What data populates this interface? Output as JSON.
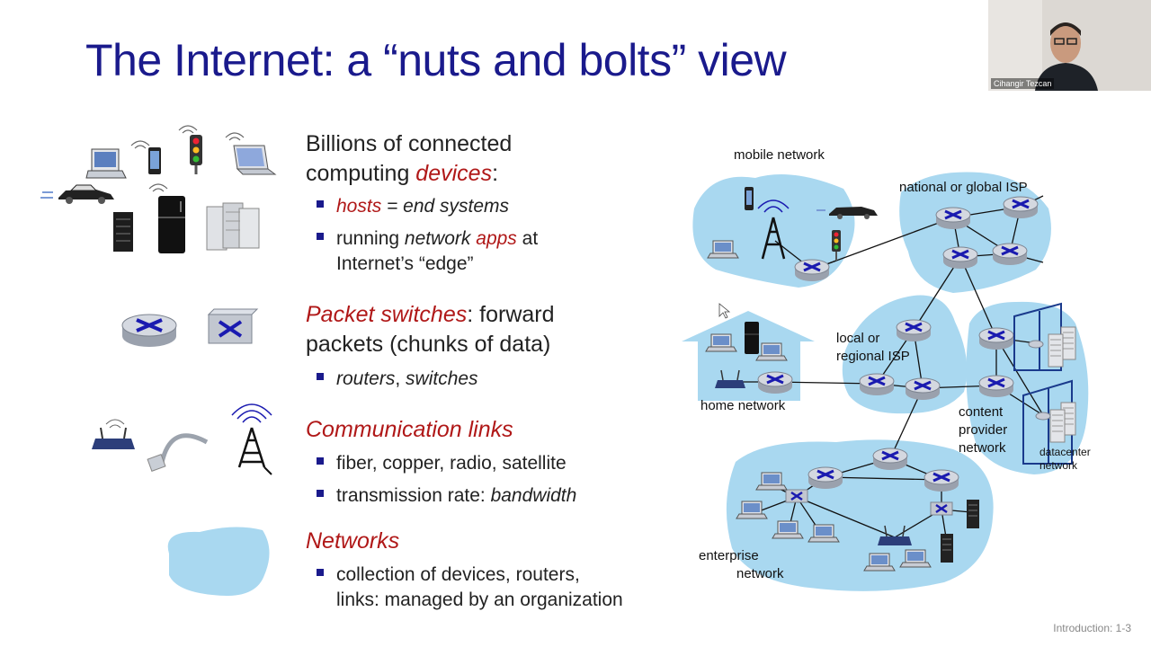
{
  "slide": {
    "title": "The Internet: a “nuts and bolts” view",
    "footer": "Introduction: 1-3"
  },
  "webcam": {
    "name": "Cihangir Tezcan"
  },
  "sections": {
    "devices": {
      "line1": "Billions of connected",
      "line2_prefix": "computing ",
      "line2_highlight": "devices",
      "line2_suffix": ":",
      "bullets": {
        "b1_red": "hosts",
        "b1_rest": " = end systems",
        "b2_a": "running ",
        "b2_it": "network",
        "b2_sp": " ",
        "b2_red": "apps",
        "b2_b": " at",
        "b2_line2": "Internet’s “edge”"
      }
    },
    "switches": {
      "line1_highlight": "Packet switches",
      "line1_rest": ": forward",
      "line2": "packets (chunks of data)",
      "bullet_it1": "routers",
      "bullet_sep": ", ",
      "bullet_it2": "switches"
    },
    "links": {
      "heading": "Communication links",
      "bullet1": "fiber, copper, radio, satellite",
      "bullet2_prefix": "transmission rate: ",
      "bullet2_it": "bandwidth"
    },
    "networks": {
      "heading": "Networks",
      "bullet_line1": "collection of devices, routers,",
      "bullet_line2": "links: managed by an organization"
    }
  },
  "diagram_labels": {
    "mobile": "mobile network",
    "national": "national or global ISP",
    "local1": "local or",
    "local2": "regional ISP",
    "home": "home network",
    "content1": "content",
    "content2": "provider",
    "content3": "network",
    "datacenter1": "datacenter",
    "datacenter2": "network",
    "enterprise1": "enterprise",
    "enterprise2": "network"
  },
  "colors": {
    "title": "#1a1a8c",
    "highlight": "#b01818",
    "cloud": "#a9d8f0",
    "router": "#c8ccd6",
    "router_arrow": "#1a1ab0"
  },
  "icons": [
    "laptop-icon",
    "smartphone-icon",
    "traffic-light-icon",
    "car-icon",
    "server-icon",
    "fridge-icon",
    "router-icon",
    "switch-icon",
    "wifi-router-icon",
    "ethernet-cable-icon",
    "cell-tower-icon",
    "network-cloud-icon"
  ]
}
